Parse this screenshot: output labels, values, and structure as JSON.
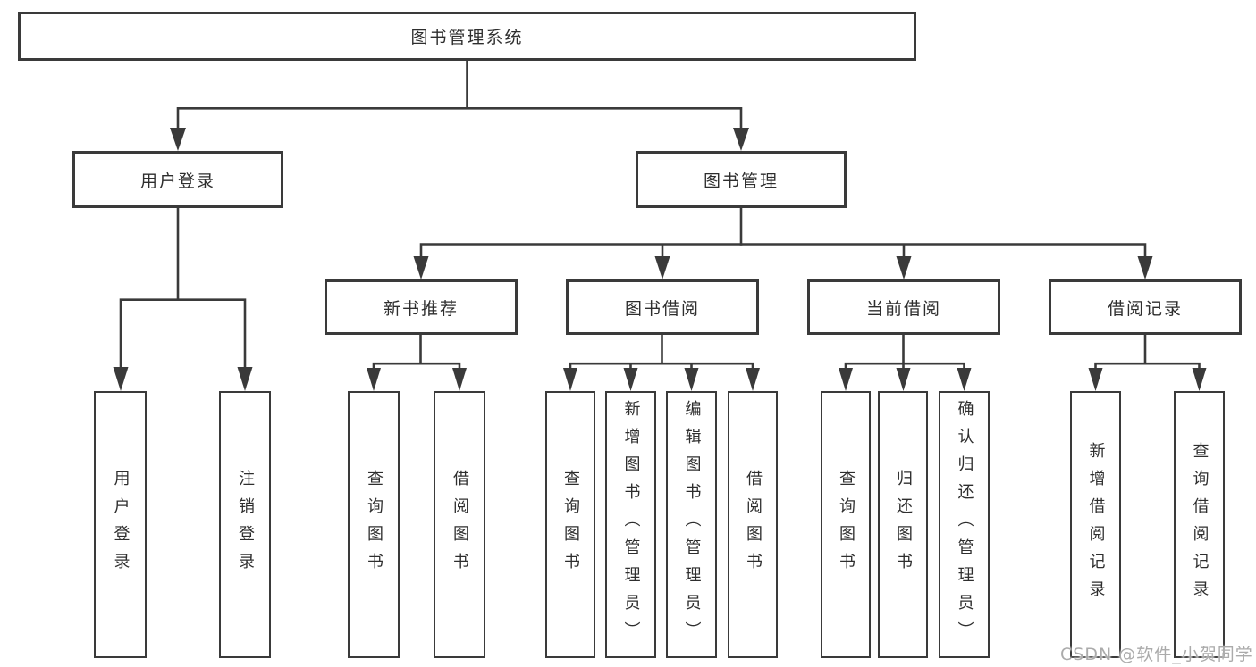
{
  "diagram": {
    "type": "hierarchy-tree",
    "title": "图书管理系统"
  },
  "tree": {
    "label": "图书管理系统",
    "children": [
      {
        "label": "用户登录",
        "children": [
          {
            "label": "用户登录"
          },
          {
            "label": "注销登录"
          }
        ]
      },
      {
        "label": "图书管理",
        "children": [
          {
            "label": "新书推荐",
            "children": [
              {
                "label": "查询图书"
              },
              {
                "label": "借阅图书"
              }
            ]
          },
          {
            "label": "图书借阅",
            "children": [
              {
                "label": "查询图书"
              },
              {
                "label": "新增图书（管理员）"
              },
              {
                "label": "编辑图书（管理员）"
              },
              {
                "label": "借阅图书"
              }
            ]
          },
          {
            "label": "当前借阅",
            "children": [
              {
                "label": "查询图书"
              },
              {
                "label": "归还图书"
              },
              {
                "label": "确认归还（管理员）"
              }
            ]
          },
          {
            "label": "借阅记录",
            "children": [
              {
                "label": "新增借阅记录"
              },
              {
                "label": "查询借阅记录"
              }
            ]
          }
        ]
      }
    ]
  },
  "watermark": {
    "text": "CSDN @软件_小贺同学"
  },
  "colors": {
    "line": "#3a3a3a",
    "box_border": "#3a3a3a",
    "box_background": "#ffffff",
    "label_text": "#2e2e2e",
    "watermark_text": "#ababab",
    "page_background": "#ffffff"
  }
}
